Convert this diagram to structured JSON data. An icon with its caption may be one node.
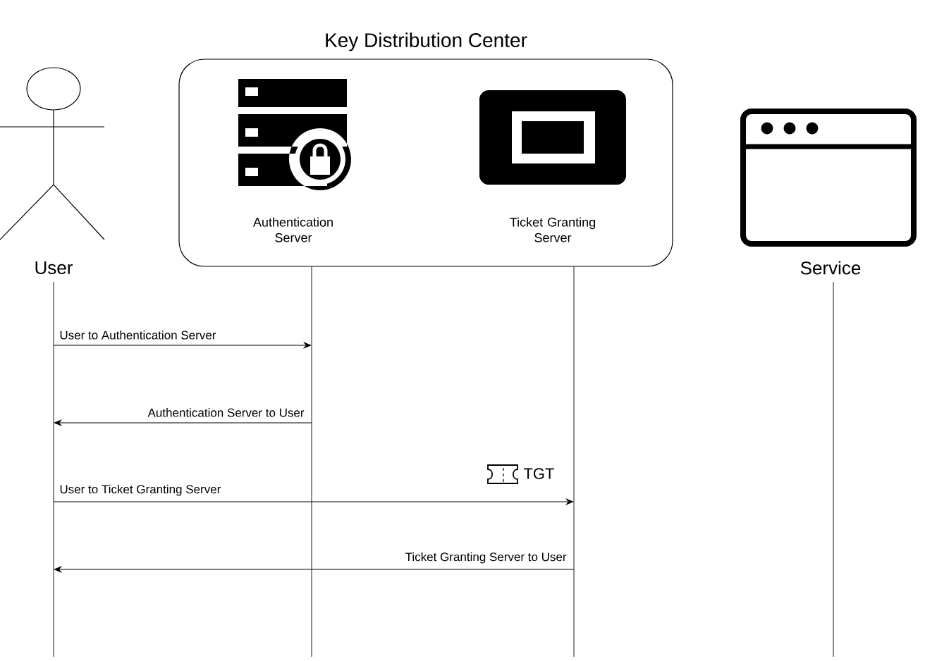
{
  "diagram": {
    "nodes": [
      {
        "text": [
          "User"
        ]
      },
      {
        "text": [
          "Key Distribution Center"
        ]
      },
      {
        "text": [
          "Authentication Server"
        ],
        "in": 1
      },
      {
        "text": [
          "Ticket Granting Server"
        ],
        "in": 1
      },
      {
        "text": [
          "Service"
        ]
      },
      {
        "text": [],
        "shape": "line"
      },
      {
        "text": [],
        "shape": "line"
      },
      {
        "text": [],
        "shape": "line"
      },
      {
        "text": [],
        "shape": "line"
      }
    ],
    "edges": [
      {
        "from": 5,
        "to": 6,
        "arrow": "to",
        "label": "User to Authentication Server"
      },
      {
        "from": 6,
        "to": 5,
        "arrow": "to",
        "label": "Authentication Server to User"
      },
      {
        "from": 5,
        "to": 7,
        "arrow": "to",
        "label": "User to Ticket Granting Server"
      },
      {
        "from": 7,
        "to": 5,
        "arrow": "to",
        "label": "Ticket Granting Server to User"
      }
    ],
    "labels": [
      "TGT"
    ]
  }
}
